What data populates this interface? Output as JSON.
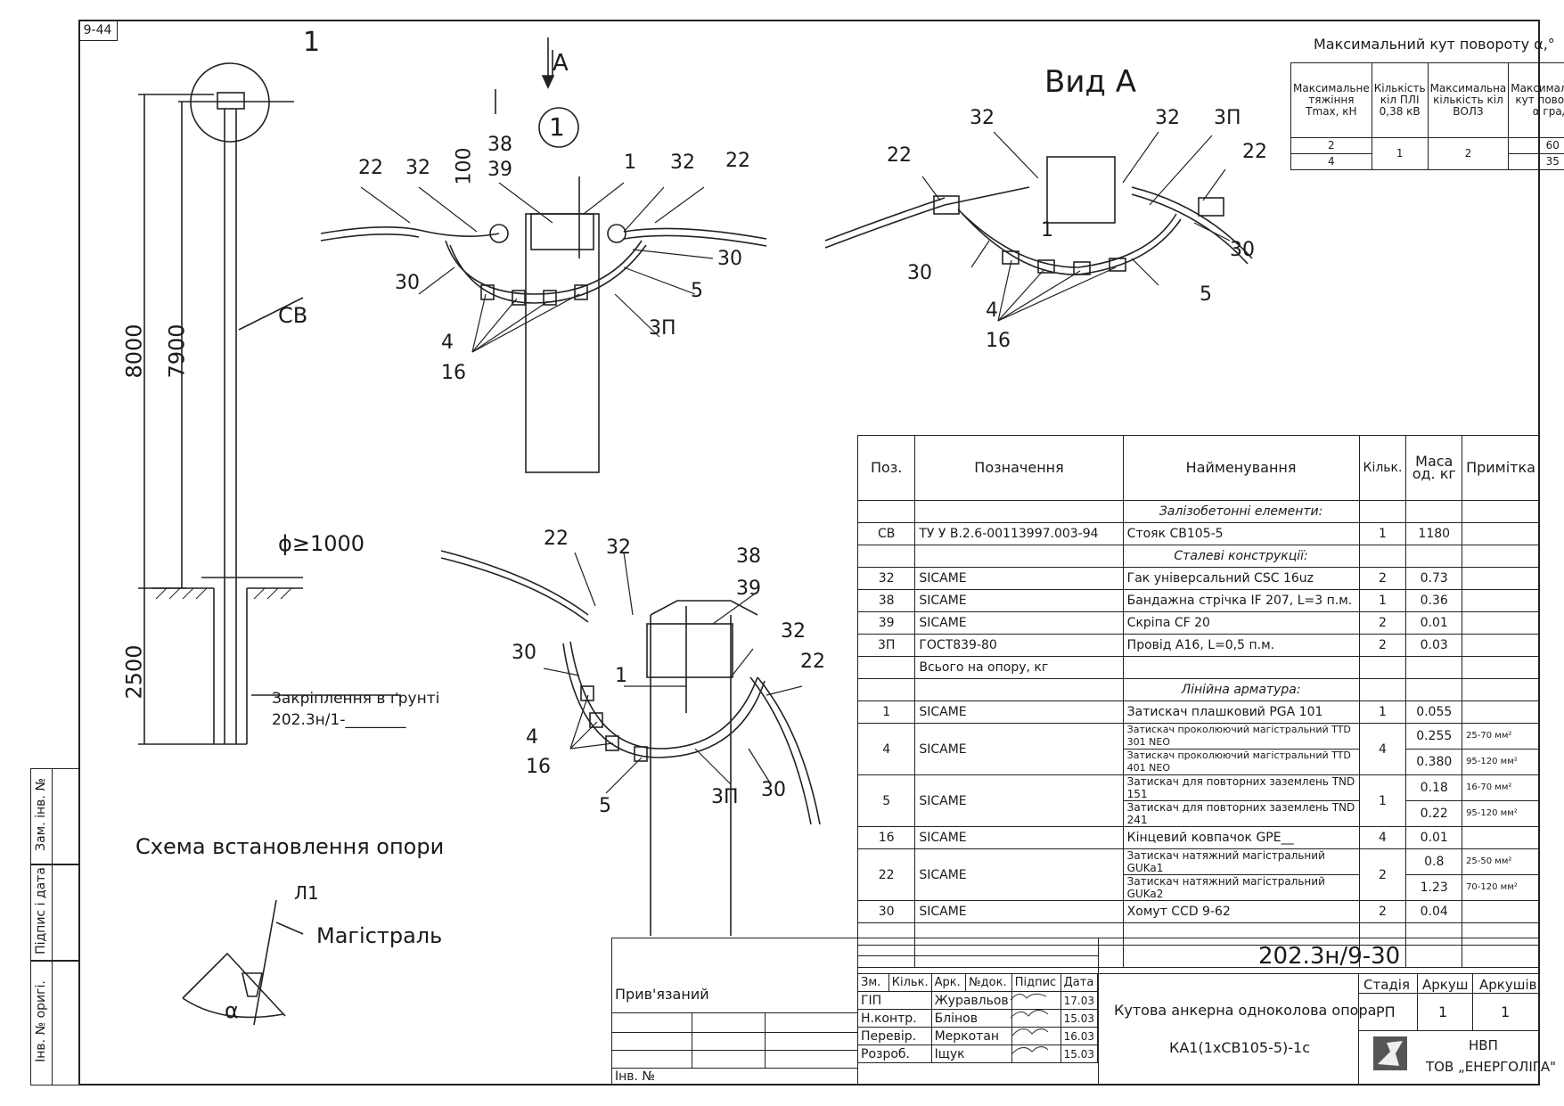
{
  "sheet_code": "9-44",
  "views": {
    "callout_1": "1",
    "arrow_a": "A",
    "detail_1": "1",
    "view_a_title": "Вид А"
  },
  "pole_schematic": {
    "dim_total": "8000",
    "dim_above": "7900",
    "dim_ground": "2500",
    "dim_100": "100",
    "pole_label": "СВ",
    "diameter": "ϕ≥1000",
    "anchoring_label": "Закріплення в ґрунті",
    "anchoring_code": "202.3н/1-________"
  },
  "install_scheme": {
    "title": "Схема встановлення опори",
    "line_label": "Л1",
    "main_label": "Магістраль",
    "angle": "α"
  },
  "callouts": {
    "c22": "22",
    "c32": "32",
    "c38": "38",
    "c39": "39",
    "c1": "1",
    "c30": "30",
    "c5": "5",
    "c3p": "3П",
    "c4": "4",
    "c16": "16"
  },
  "angle_table": {
    "title": "Максимальний кут повороту α,°",
    "headers": [
      "Максимальне тяжіння Tmax, кН",
      "Кількість кіл ПЛІ 0,38 кВ",
      "Максимальна кількість кіл ВОЛЗ",
      "Максимальний кут повороту α град."
    ],
    "rows": [
      [
        "2",
        "1",
        "2",
        "60"
      ],
      [
        "4",
        "",
        "",
        "35"
      ]
    ]
  },
  "spec": {
    "headers": [
      "Поз.",
      "Позначення",
      "Найменування",
      "Кільк.",
      "Маса од. кг",
      "Примітка"
    ],
    "sections": {
      "concrete": "Залізобетонні елементи:",
      "steel": "Сталеві конструкції:",
      "fittings": "Лінійна арматура:"
    },
    "rows": {
      "sv": [
        "СВ",
        "ТУ У В.2.6-00113997.003-94",
        "Стояк СВ105-5",
        "1",
        "1180",
        ""
      ],
      "r32": [
        "32",
        "SICAME",
        "Гак універсальний CSC 16uz",
        "2",
        "0.73",
        ""
      ],
      "r38": [
        "38",
        "SICAME",
        "Бандажна стрічка IF 207, L=3 п.м.",
        "1",
        "0.36",
        ""
      ],
      "r39": [
        "39",
        "SICAME",
        "Скріпа CF 20",
        "2",
        "0.01",
        ""
      ],
      "r3p": [
        "3П",
        "ГОСТ839-80",
        "Провід А16, L=0,5 п.м.",
        "2",
        "0.03",
        ""
      ],
      "total": "Всього на опору, кг",
      "r1": [
        "1",
        "SICAME",
        "Затискач плашковий PGA 101",
        "1",
        "0.055",
        ""
      ],
      "r4a": [
        "4",
        "SICAME",
        "Затискач проколюючий магістральний TTD 301 NEO",
        "4",
        "0.255",
        "25-70 мм²"
      ],
      "r4b": [
        "",
        "",
        "Затискач проколюючий магістральний TTD 401 NEO",
        "",
        "0.380",
        "95-120 мм²"
      ],
      "r5a": [
        "5",
        "SICAME",
        "Затискач для повторних заземлень TND 151",
        "1",
        "0.18",
        "16-70 мм²"
      ],
      "r5b": [
        "",
        "",
        "Затискач для повторних заземлень TND 241",
        "",
        "0.22",
        "95-120 мм²"
      ],
      "r16": [
        "16",
        "SICAME",
        "Кінцевий ковпачок GPE__",
        "4",
        "0.01",
        ""
      ],
      "r22a": [
        "22",
        "SICAME",
        "Затискач натяжний магістральний GUKa1",
        "2",
        "0.8",
        "25-50 мм²"
      ],
      "r22b": [
        "",
        "",
        "Затискач натяжний магістральний GUKa2",
        "",
        "1.23",
        "70-120 мм²"
      ],
      "r30": [
        "30",
        "SICAME",
        "Хомут CCD 9-62",
        "2",
        "0.04",
        ""
      ]
    }
  },
  "title_block": {
    "doc_code": "202.3н/9-30",
    "linked": "Прив'язаний",
    "inv_no": "Інв. №",
    "col_heads": [
      "Зм.",
      "Кільк.",
      "Арк.",
      "№док.",
      "Підпис",
      "Дата"
    ],
    "people": [
      {
        "role": "ГІП",
        "name": "Журавльов",
        "date": "17.03"
      },
      {
        "role": "Н.контр.",
        "name": "Блінов",
        "date": "15.03"
      },
      {
        "role": "Перевір.",
        "name": "Меркотан",
        "date": "16.03"
      },
      {
        "role": "Розроб.",
        "name": "Іщук",
        "date": "15.03"
      }
    ],
    "object_name": "Кутова анкерна одноколова опора",
    "object_code": "КА1(1хСВ105-5)-1с",
    "stage_head": "Стадія",
    "sheet_head": "Аркуш",
    "sheets_head": "Аркушів",
    "stage": "РП",
    "sheet": "1",
    "sheets": "1",
    "org_line1": "НВП",
    "org_line2": "ТОВ „ЕНЕРГОЛІГА\""
  },
  "side_stamp": {
    "replace_inv": "Зам. інв. №",
    "sign_date": "Підпис і дата",
    "orig_inv": "Інв. № оригі."
  }
}
